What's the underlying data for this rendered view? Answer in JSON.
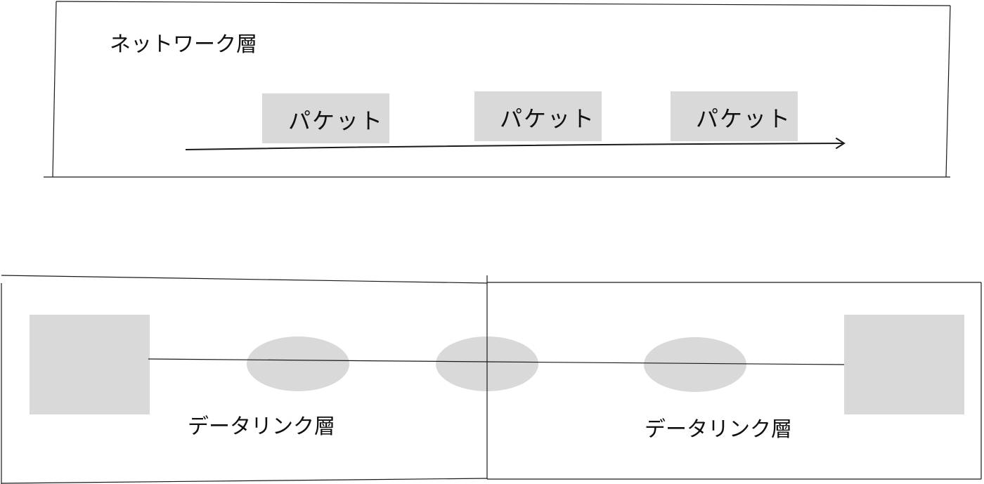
{
  "network_layer": {
    "label": "ネットワーク層",
    "packets": [
      {
        "label": "パケット"
      },
      {
        "label": "パケット"
      },
      {
        "label": "パケット"
      }
    ]
  },
  "data_link_layers": [
    {
      "label": "データリンク層"
    },
    {
      "label": "データリンク層"
    }
  ],
  "colors": {
    "shape_fill": "#d9d9d9",
    "stroke": "#1a1a1a",
    "background": "#ffffff"
  }
}
